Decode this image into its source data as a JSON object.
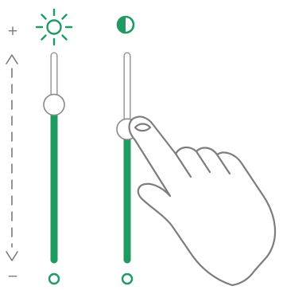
{
  "scale": {
    "plus_label": "+",
    "minus_label": "−"
  },
  "icons": {
    "brightness": "sun-icon",
    "contrast": "contrast-icon"
  },
  "sliders": [
    {
      "name": "brightness",
      "level": 0.76
    },
    {
      "name": "contrast",
      "level": 0.64
    }
  ],
  "colors": {
    "accent": "#1f9b62",
    "track": "#8a8a8a",
    "scale": "#7a7a7a",
    "hand": "#7d7d7d"
  }
}
